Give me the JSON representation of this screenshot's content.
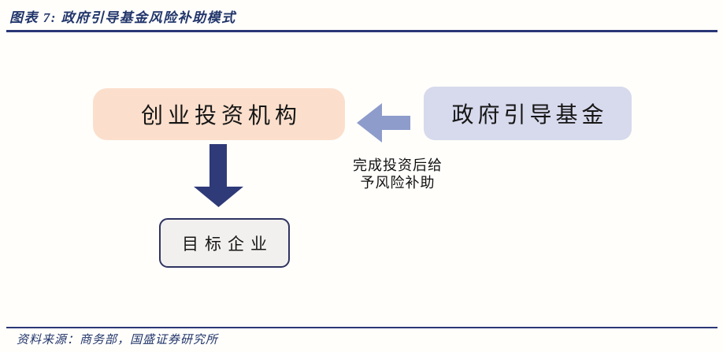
{
  "figure": {
    "title": "图表 7: 政府引导基金风险补助模式",
    "source": "资料来源：商务部，国盛证券研究所"
  },
  "diagram": {
    "nodes": {
      "vc": {
        "label": "创业投资机构",
        "fill": "#FBDFCC"
      },
      "gov_fund": {
        "label": "政府引导基金",
        "fill": "#D7D9EC"
      },
      "target": {
        "label": "目标企业",
        "fill": "#F1F0EE",
        "border": "#2F3360"
      }
    },
    "edges": {
      "subsidy": {
        "from": "gov_fund",
        "to": "vc",
        "label": "完成投资后给\n予风险补助",
        "arrow_color": "#8E9CCB"
      },
      "investment": {
        "from": "vc",
        "to": "target",
        "arrow_color": "#2F3A78"
      }
    }
  },
  "colors": {
    "title_navy": "#21356B",
    "rule_navy": "#2A3777",
    "background": "#FFFEFB"
  }
}
